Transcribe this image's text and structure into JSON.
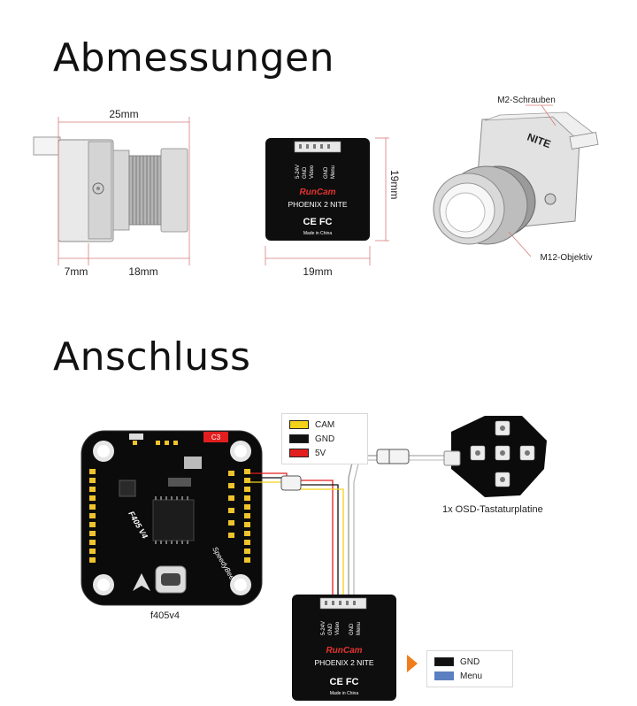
{
  "headings": {
    "dimensions": "Abmessungen",
    "connection": "Anschluss"
  },
  "dimensions": {
    "width_total": "25mm",
    "lens_len": "7mm",
    "body_len": "18mm",
    "back_w": "19mm",
    "back_h": "19mm"
  },
  "callouts": {
    "screws": "M2-Schrauben",
    "lens": "M12-Objektiv"
  },
  "camera_back": {
    "brand": "RunCam",
    "model": "PHOENIX 2 NITE",
    "pins": [
      "5-24V",
      "GND",
      "Video",
      "GND",
      "Menu"
    ],
    "cert": "CE FC",
    "made_in": "Made in China",
    "nameplate": "NITE"
  },
  "legend_top": [
    {
      "label": "CAM",
      "color": "#f2d21b"
    },
    {
      "label": "GND",
      "color": "#111111"
    },
    {
      "label": "5V",
      "color": "#e31e1e"
    }
  ],
  "legend_bottom": [
    {
      "label": "GND",
      "color": "#111111"
    },
    {
      "label": "Menu",
      "color": "#5b7fc1"
    }
  ],
  "osd_board": {
    "caption": "1x OSD-Tastaturplatine"
  },
  "fc_board": {
    "caption": "f405v4",
    "model": "F405 V4",
    "brand": "SpeedyBee",
    "connector_label": "C3"
  }
}
